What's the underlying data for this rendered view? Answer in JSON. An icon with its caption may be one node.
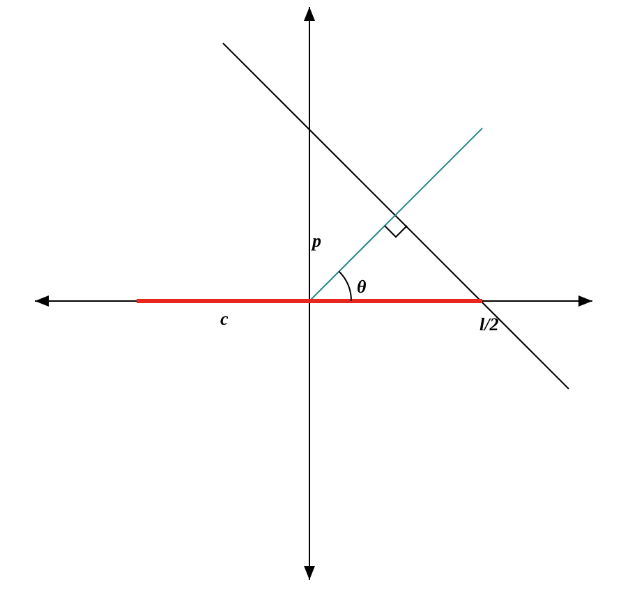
{
  "diagram": {
    "labels": [
      "p",
      "θ",
      "c",
      "l/2"
    ]
  }
}
